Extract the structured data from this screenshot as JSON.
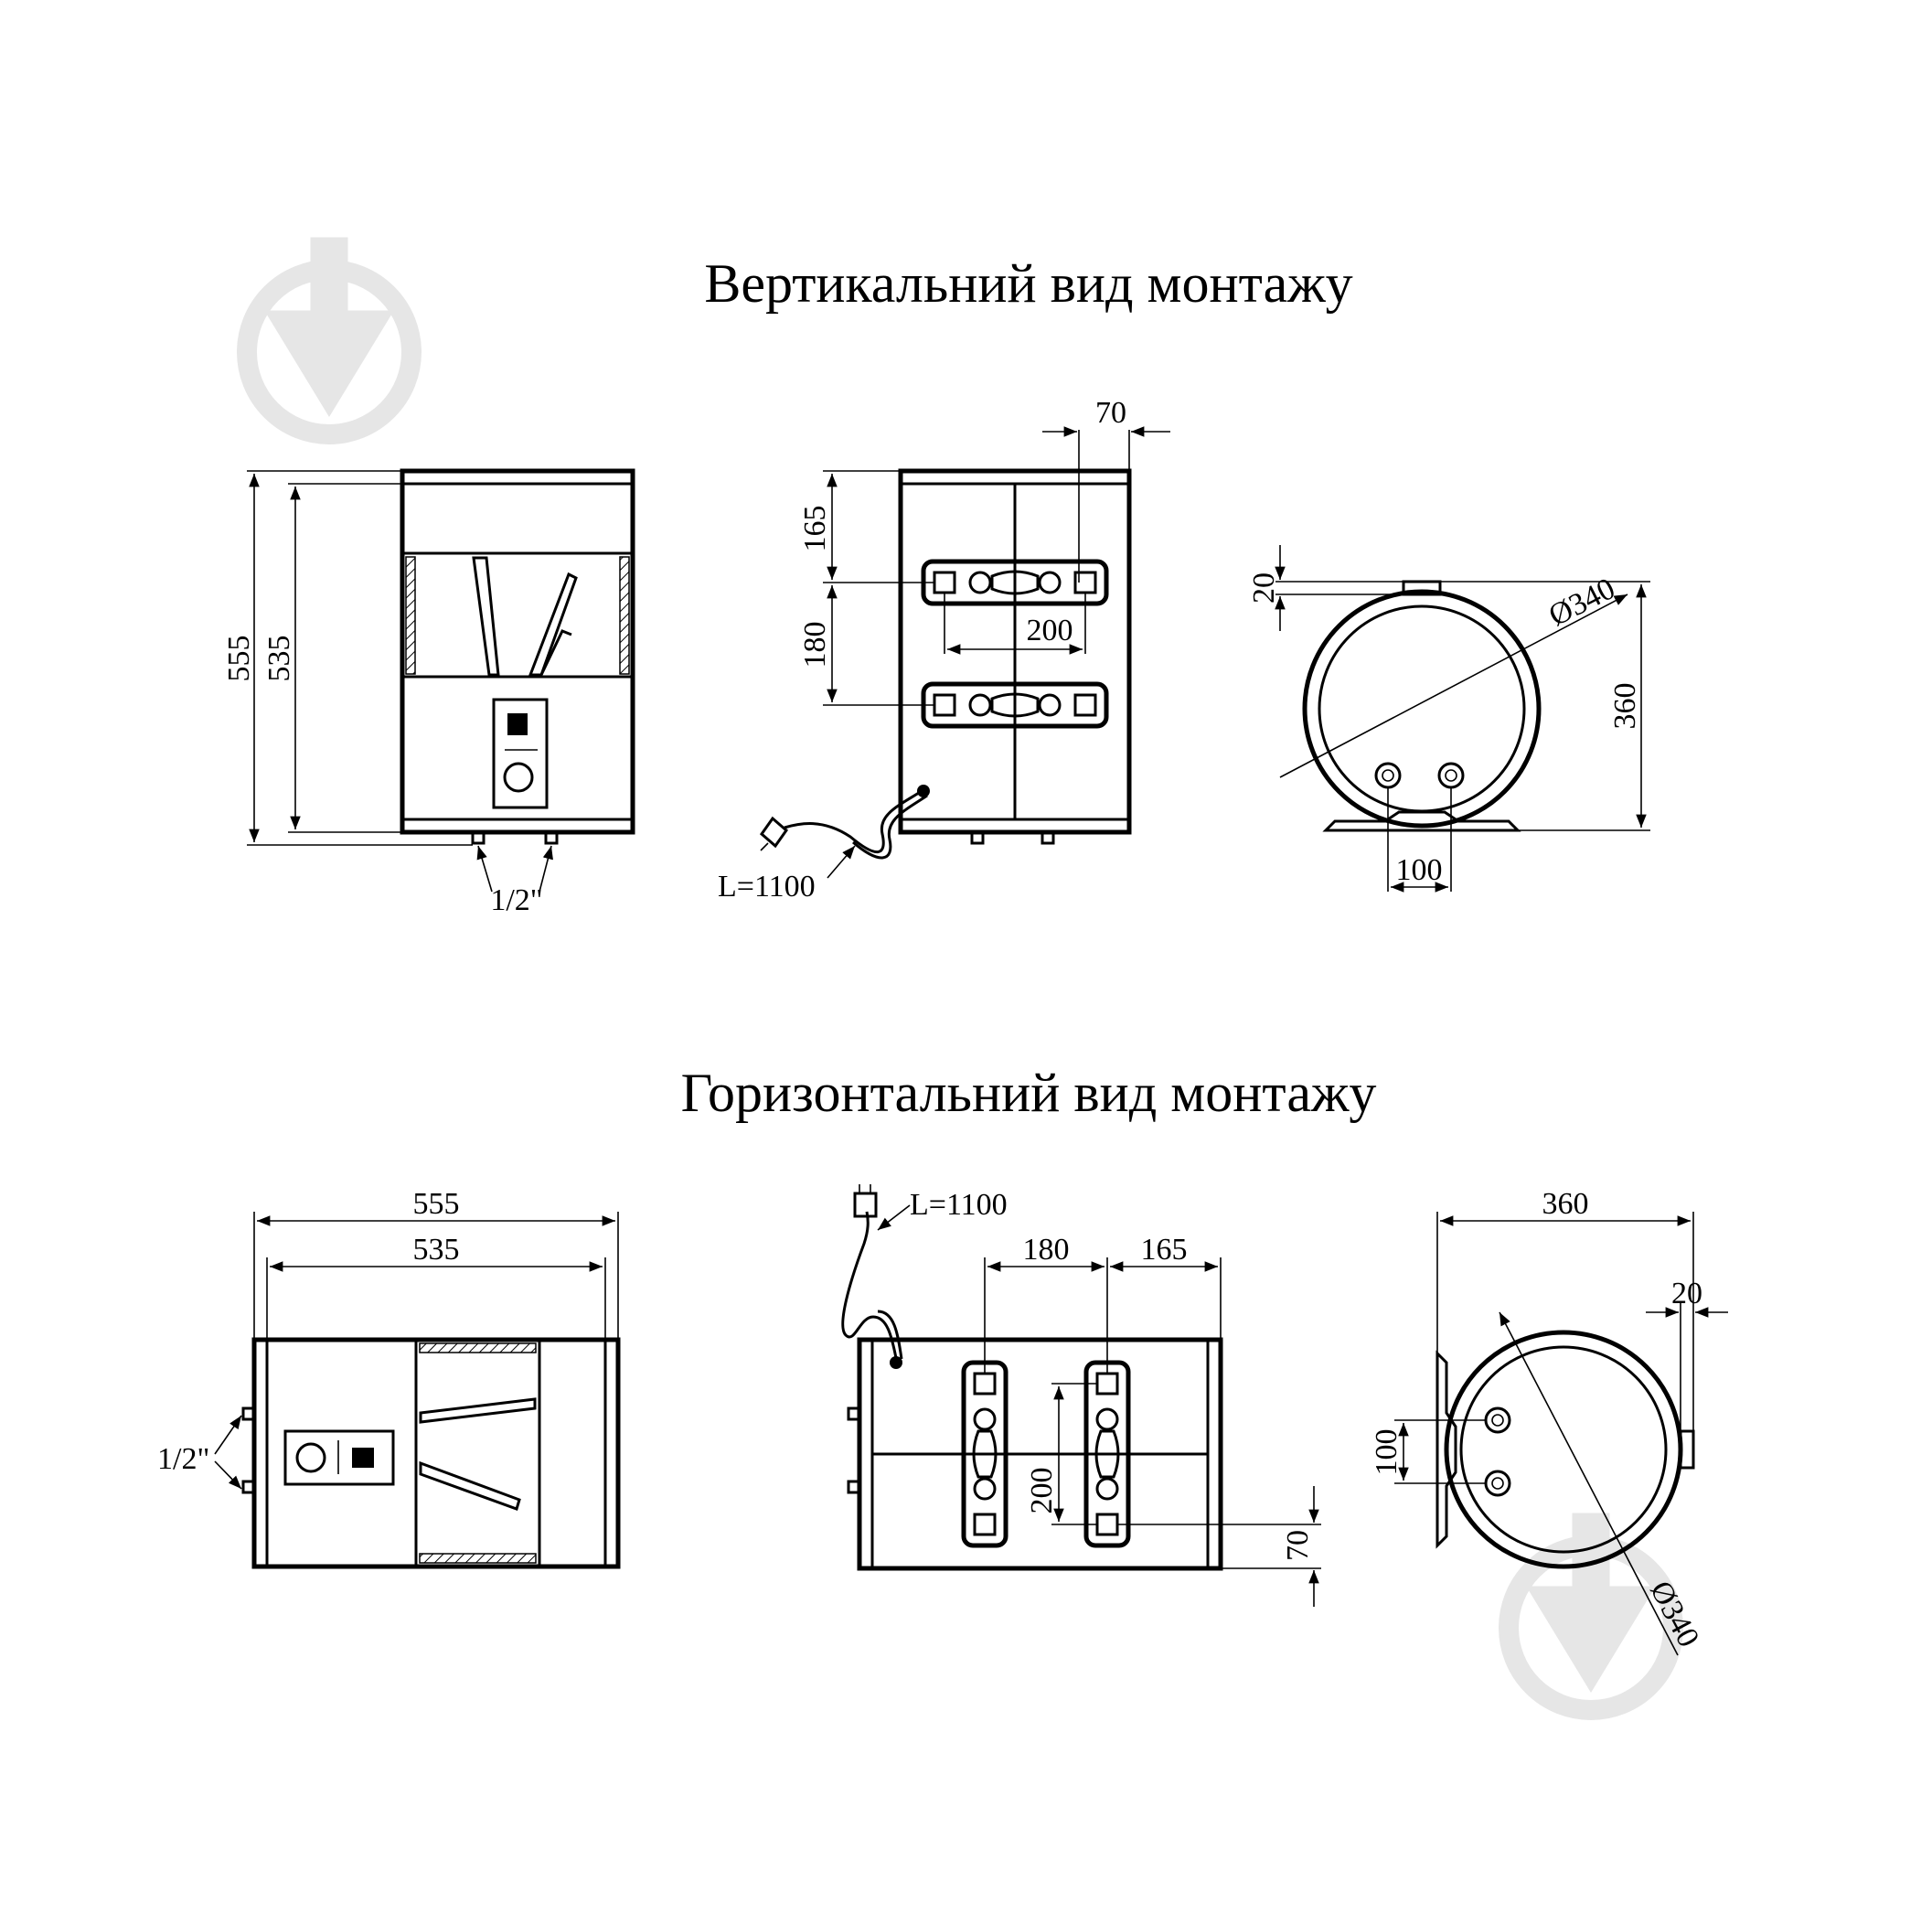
{
  "titles": {
    "vertical": "Вертикальний вид монтажу",
    "horizontal": "Горизонтальний вид монтажу"
  },
  "vertical": {
    "front": {
      "height_outer": "555",
      "height_inner": "535",
      "pipe": "1/2\""
    },
    "back": {
      "d70": "70",
      "d165": "165",
      "d180": "180",
      "d200": "200",
      "cable": "L=1100"
    },
    "side": {
      "d20": "20",
      "diameter": "Ø340",
      "d360": "360",
      "d100": "100"
    }
  },
  "horizontal": {
    "front": {
      "width_outer": "555",
      "width_inner": "535",
      "pipe": "1/2\""
    },
    "back": {
      "cable": "L=1100",
      "d180": "180",
      "d165": "165",
      "d200": "200",
      "d70": "70"
    },
    "side": {
      "d360": "360",
      "d20": "20",
      "d100": "100",
      "diameter": "Ø340"
    }
  },
  "colors": {
    "line": "#000000",
    "watermark": "#e6e6e6",
    "background": "#ffffff"
  },
  "icons": {
    "watermark": "download-arrow-icon"
  }
}
